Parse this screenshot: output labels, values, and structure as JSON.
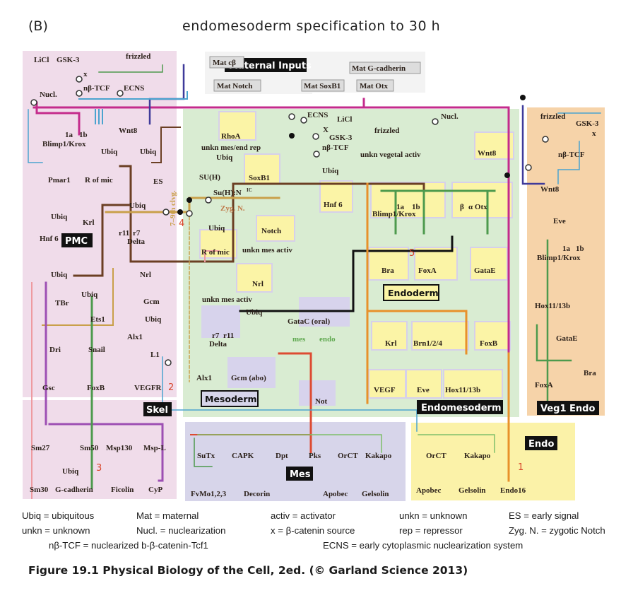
{
  "figure": {
    "panel_label": "(B)",
    "title": "endomesoderm specification to 30 h",
    "caption": "Figure 19.1  Physical Biology of the Cell, 2ed. (© Garland Science 2013)"
  },
  "colors": {
    "pmc_bg": "#f0dcea",
    "maternal_bg": "#f3f3f3",
    "green_bg": "#d9ecd2",
    "veg1_bg": "#f6d3a9",
    "mes_bg": "#d7d5ea",
    "endo_bg": "#fbf2a8",
    "gene_box": "#fbf4a6",
    "gene_box_purple": "#d7d3ec",
    "magenta": "#c42b8c",
    "blue": "#4aa3cf",
    "navy": "#3f3a9a",
    "brown": "#6b3f24",
    "orange": "#e8912b",
    "gold": "#c9a04a",
    "green": "#4d9a4d",
    "lightgreen": "#7fbf6a",
    "red": "#dd4b32",
    "pink": "#ee9aa0",
    "purple": "#9d4fb3",
    "black": "#111111",
    "annotation_red": "#d8452a"
  },
  "regions": {
    "pmc": "PMC",
    "skel": "Skel",
    "maternal": "Maternal Inputs",
    "mesoderm": "Mesoderm",
    "endoderm": "Endoderm",
    "endomesoderm": "Endomesoderm",
    "veg1_endo": "Veg1 Endo",
    "mes": "Mes",
    "endo": "Endo"
  },
  "maternal_inputs": [
    "Mat cβ",
    "Mat Notch",
    "Mat SoxB1",
    "Mat Otx",
    "Mat G-cadherin"
  ],
  "pmc": {
    "licl": "LiCl",
    "gsk3": "GSK-3",
    "frizzled": "frizzled",
    "x": "x",
    "nbtcf": "nβ-TCF",
    "ecns": "ECNS",
    "nucl": "Nucl.",
    "genes": {
      "blimp_1a": "1a",
      "blimp_1b": "1b",
      "blimp": "Blimp1/Krox",
      "wnt8": "Wnt8",
      "pmar1": "Pmar1",
      "rofmic": "R of mic",
      "es": "ES",
      "krl": "Krl",
      "hnf6": "Hnf 6",
      "delta_r11": "r11",
      "delta_r7": "r7",
      "delta": "Delta",
      "nrl": "Nrl",
      "tbr": "TBr",
      "gcm": "Gcm",
      "ets1": "Ets1",
      "alx1": "Alx1",
      "dri": "Dri",
      "snail": "Snail",
      "l1": "L1",
      "gsc": "Gsc",
      "foxb": "FoxB",
      "vegfr": "VEGFR"
    },
    "ubiq": "Ubiq",
    "clvg": "7–9th clvg."
  },
  "skel": {
    "genes": [
      "Sm27",
      "Sm50",
      "Msp130",
      "Msp-L",
      "Sm30",
      "G-cadherin",
      "Ficolin",
      "CyP"
    ],
    "ubiq": "Ubiq"
  },
  "green": {
    "rhoa": "RhoA",
    "mes_end_rep": "unkn mes/end rep",
    "soxb1": "SoxB1",
    "ubiq": "Ubiq",
    "ecns": "ECNS",
    "licl": "LiCl",
    "gsk3": "GSK-3",
    "frizzled": "frizzled",
    "x": "X",
    "nbtcf": "nβ-TCF",
    "nucl": "Nucl.",
    "suh": "SU(H)",
    "suhnic": "Su(H):N",
    "suhnic_sup": "IC",
    "zygn": "Zyg. N.",
    "notch": "Notch",
    "hnf6": "Hnf 6",
    "unkn_veg": "unkn vegetal activ",
    "wnt8": "Wnt8",
    "blimp_1a": "1a",
    "blimp_1b": "1b",
    "blimp": "Blimp1/Krox",
    "otx_b": "β",
    "otx_a": "α Otx",
    "rofmic": "R of mic",
    "unkn_mes_activ": "unkn mes activ",
    "nrl": "Nrl",
    "delta_r7": "r7",
    "delta_r11": "r11",
    "delta": "Delta",
    "gatac": "GataC (oral)",
    "mes": "mes",
    "endo": "endo",
    "alx1": "Alx1",
    "gcm": "Gcm (abo)",
    "not": "Not",
    "bra": "Bra",
    "foxa": "FoxA",
    "gatae": "GataE",
    "krl": "Krl",
    "brn": "Brn1/2/4",
    "foxb": "FoxB",
    "vegf": "VEGF",
    "eve": "Eve",
    "hox": "Hox11/13b"
  },
  "veg1": {
    "frizzled": "frizzled",
    "gsk3": "GSK-3",
    "x": "x",
    "nbtcf": "nβ-TCF",
    "wnt8": "Wnt8",
    "eve": "Eve",
    "blimp_1a": "1a",
    "blimp_1b": "1b",
    "blimp": "Blimp1/Krox",
    "hox": "Hox11/13b",
    "gatae": "GataE",
    "foxa": "FoxA",
    "bra": "Bra"
  },
  "mes_genes": [
    "SuTx",
    "CAPK",
    "Dpt",
    "Pks",
    "OrCT",
    "Kakapo",
    "FvMo1,2,3",
    "Decorin",
    "Apobec",
    "Gelsolin"
  ],
  "endo_genes": [
    "OrCT",
    "Kakapo",
    "Apobec",
    "Gelsolin",
    "Endo16"
  ],
  "annotations": [
    "1",
    "2",
    "3",
    "4",
    "5"
  ],
  "legend": [
    [
      "Ubiq = ubiquitous",
      "Mat = maternal",
      "activ = activator",
      "unkn = unknown",
      "ES = early signal"
    ],
    [
      "unkn = unknown",
      "Nucl. = nuclearization",
      "x = β-catenin source",
      "rep = repressor",
      "Zyg. N. = zygotic Notch"
    ],
    [
      "nβ-TCF = nuclearized b-β-catenin-Tcf1",
      "ECNS = early cytoplasmic nuclearization system"
    ]
  ]
}
